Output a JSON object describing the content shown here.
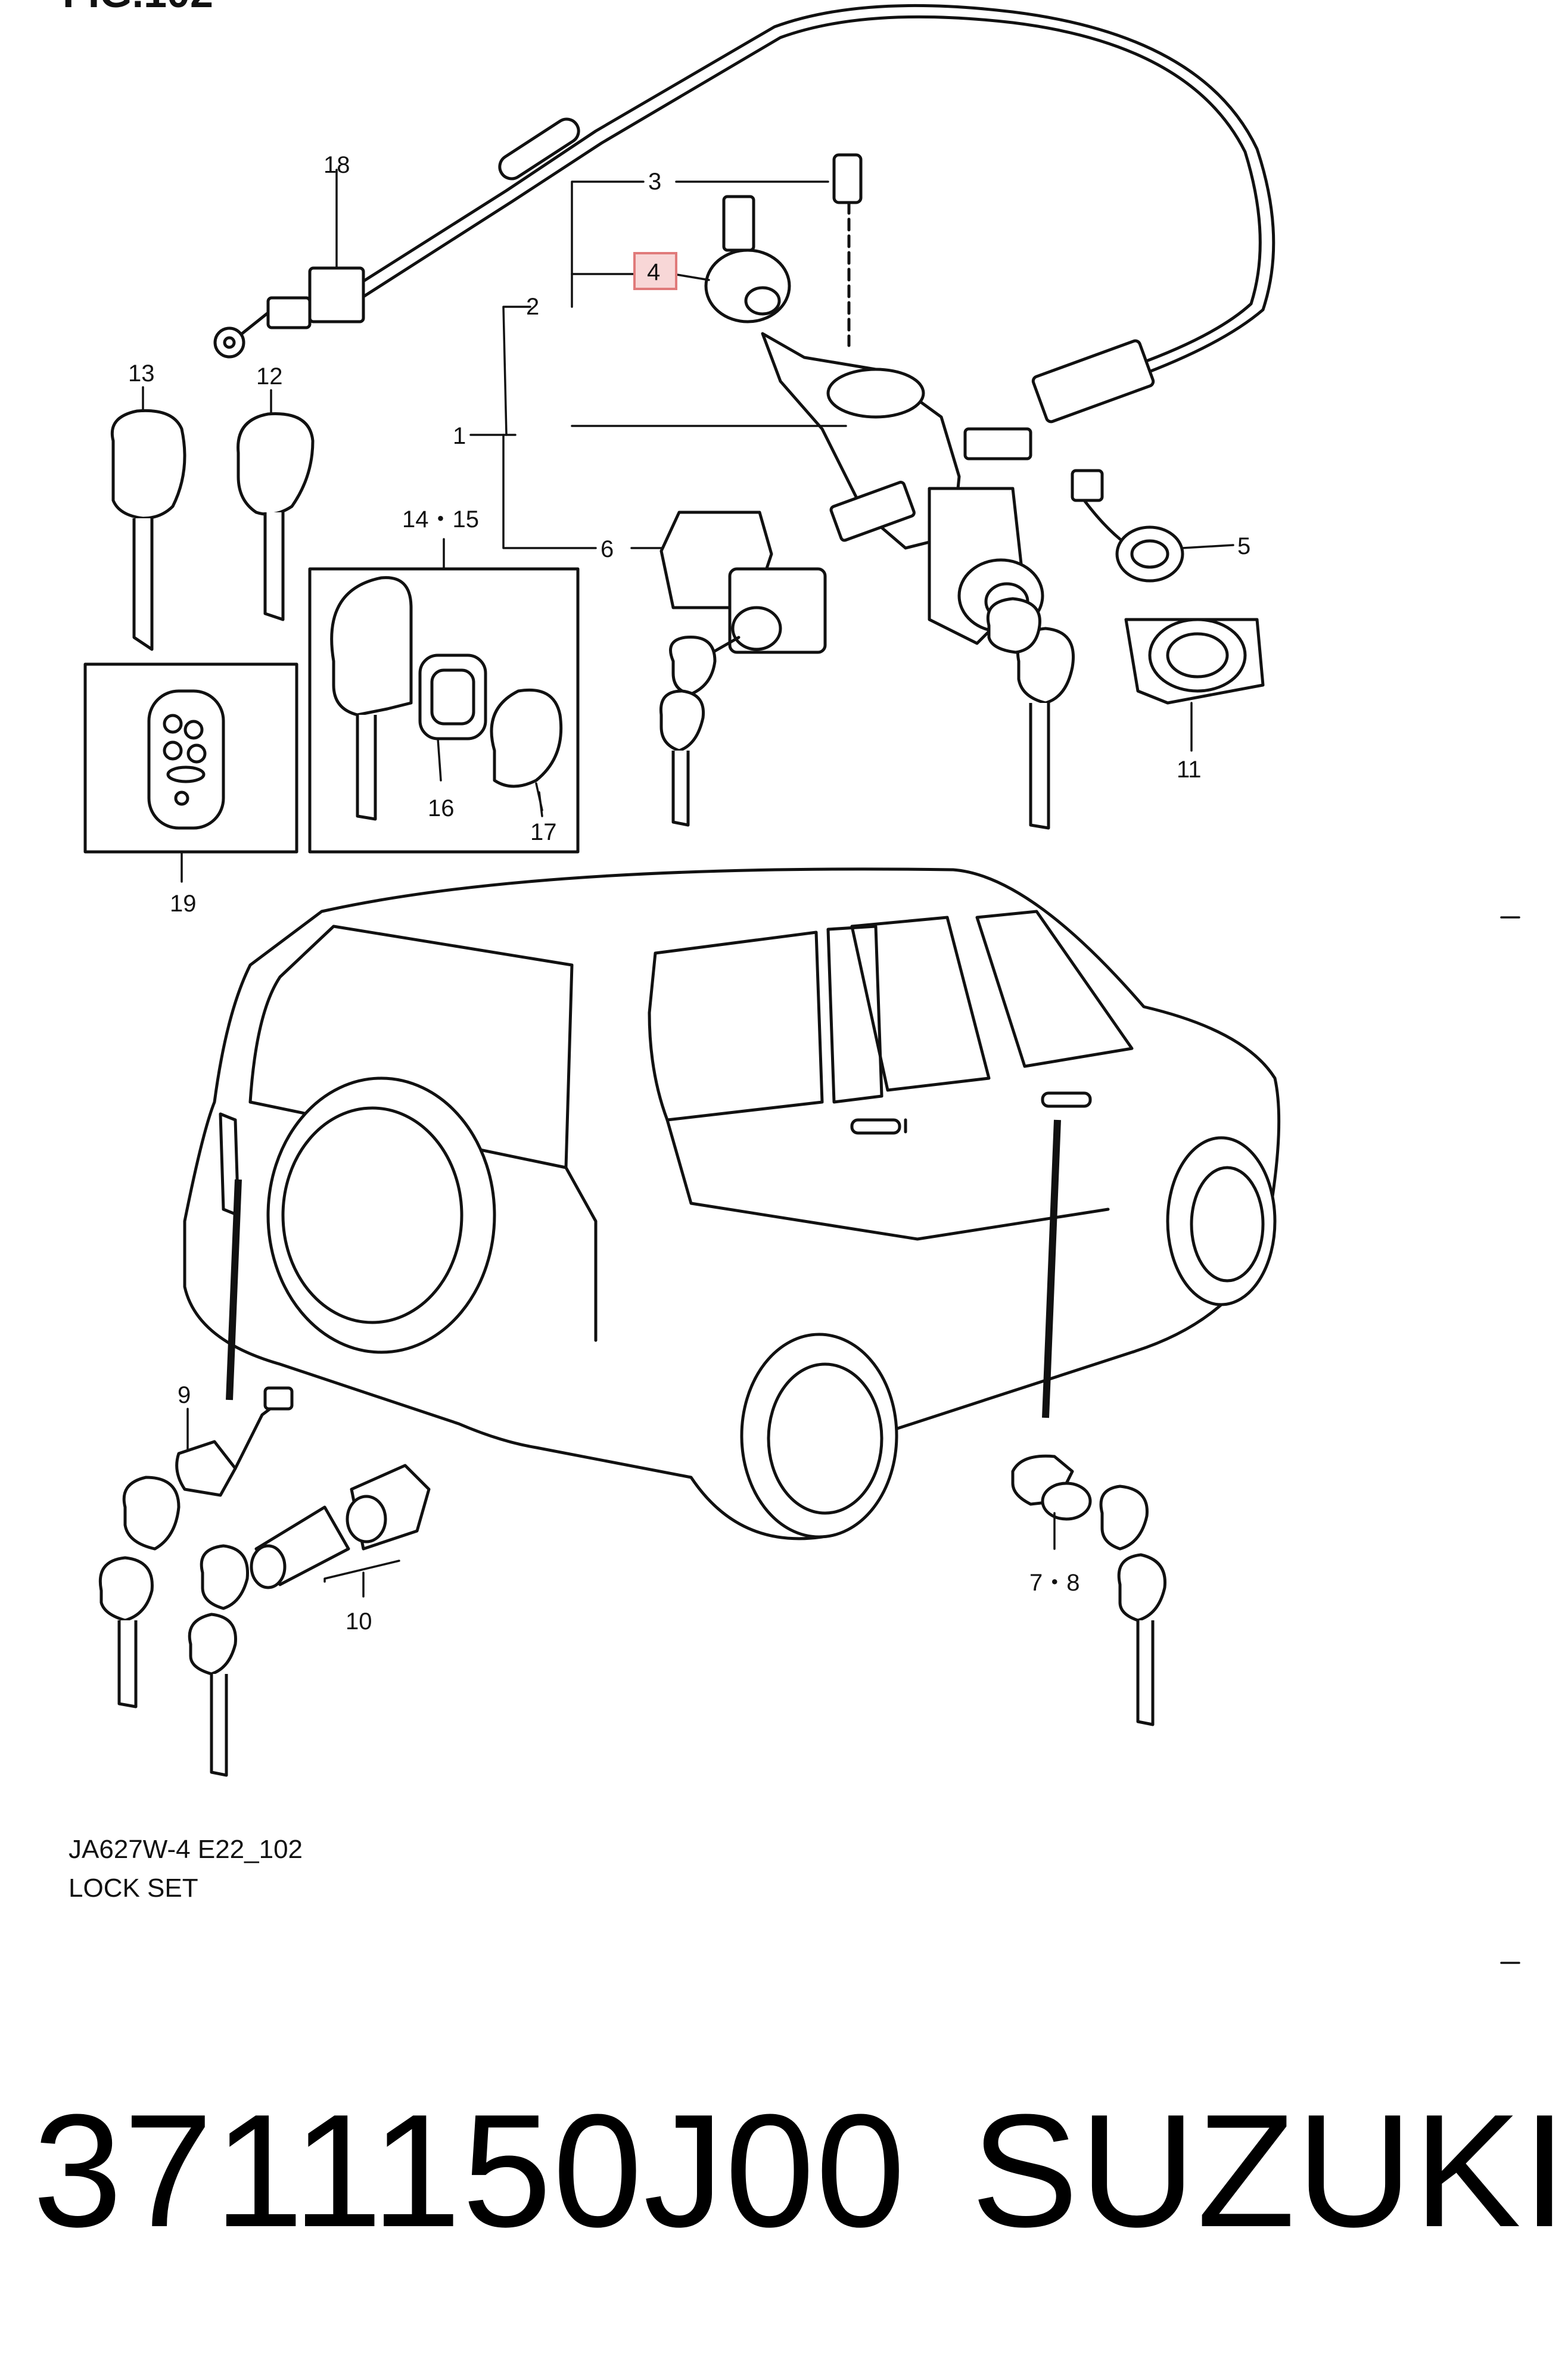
{
  "figure": {
    "label": "FIG.102"
  },
  "callouts": [
    {
      "id": "c1",
      "text": "1"
    },
    {
      "id": "c2",
      "text": "2"
    },
    {
      "id": "c3",
      "text": "3"
    },
    {
      "id": "c4",
      "text": "4",
      "highlighted": true
    },
    {
      "id": "c5",
      "text": "5"
    },
    {
      "id": "c6",
      "text": "6"
    },
    {
      "id": "c7_8",
      "text": "7・8"
    },
    {
      "id": "c9",
      "text": "9"
    },
    {
      "id": "c10",
      "text": "10"
    },
    {
      "id": "c11",
      "text": "11"
    },
    {
      "id": "c12",
      "text": "12"
    },
    {
      "id": "c13",
      "text": "13"
    },
    {
      "id": "c14_15",
      "text": "14・15"
    },
    {
      "id": "c16",
      "text": "16"
    },
    {
      "id": "c17",
      "text": "17"
    },
    {
      "id": "c18",
      "text": "18"
    },
    {
      "id": "c19",
      "text": "19"
    }
  ],
  "reference": {
    "code": "JA627W-4 E22_102",
    "name": "LOCK SET"
  },
  "part_number": "3711150J00",
  "brand": "SUZUKI",
  "colors": {
    "highlight_fill": "#f8d7d7",
    "highlight_stroke": "#e07a7a",
    "line": "#111111"
  }
}
